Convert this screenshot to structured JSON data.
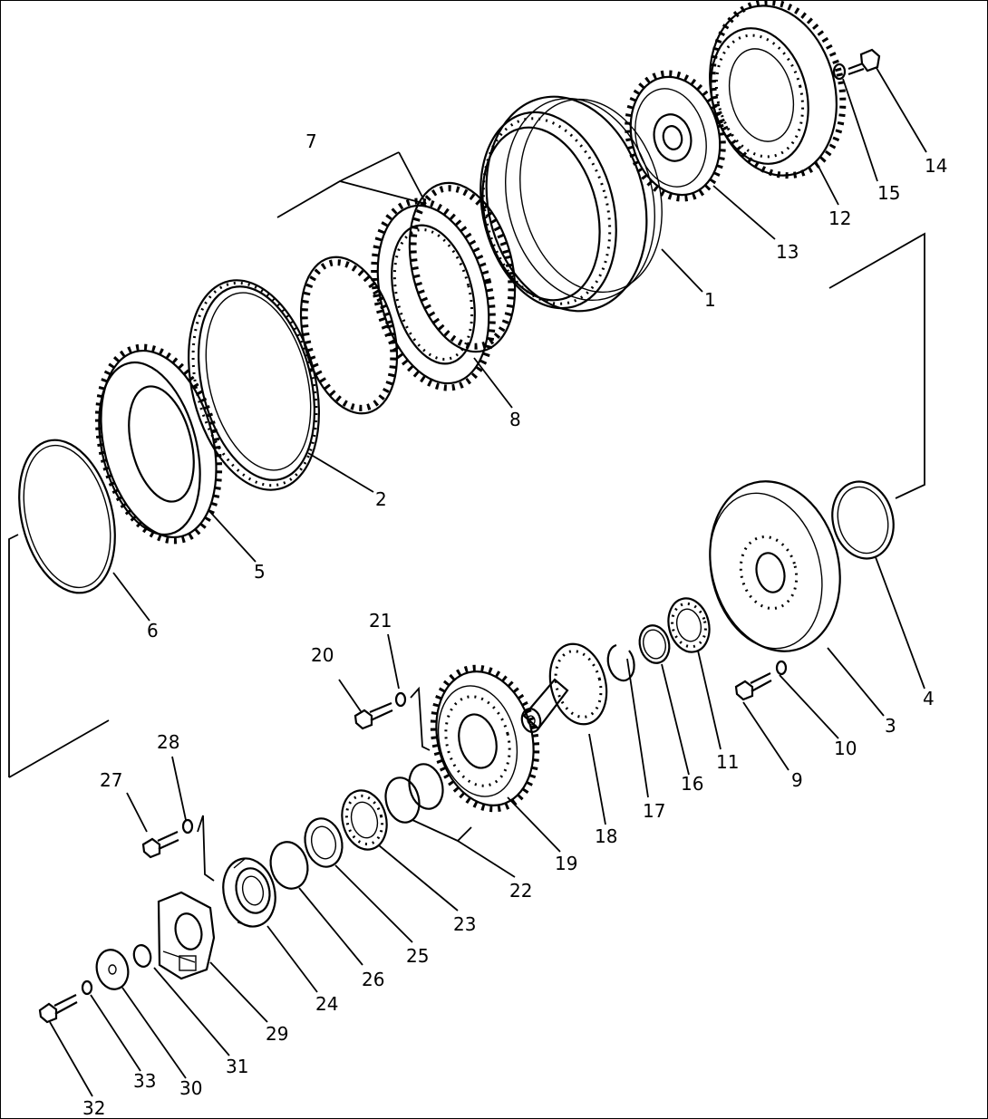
{
  "diagram": {
    "part_numbers": [
      "1",
      "2",
      "3",
      "4",
      "5",
      "6",
      "7",
      "8",
      "9",
      "10",
      "11",
      "12",
      "13",
      "14",
      "15",
      "16",
      "17",
      "18",
      "19",
      "20",
      "21",
      "22",
      "23",
      "24",
      "25",
      "26",
      "27",
      "28",
      "29",
      "30",
      "31",
      "32",
      "33"
    ]
  }
}
